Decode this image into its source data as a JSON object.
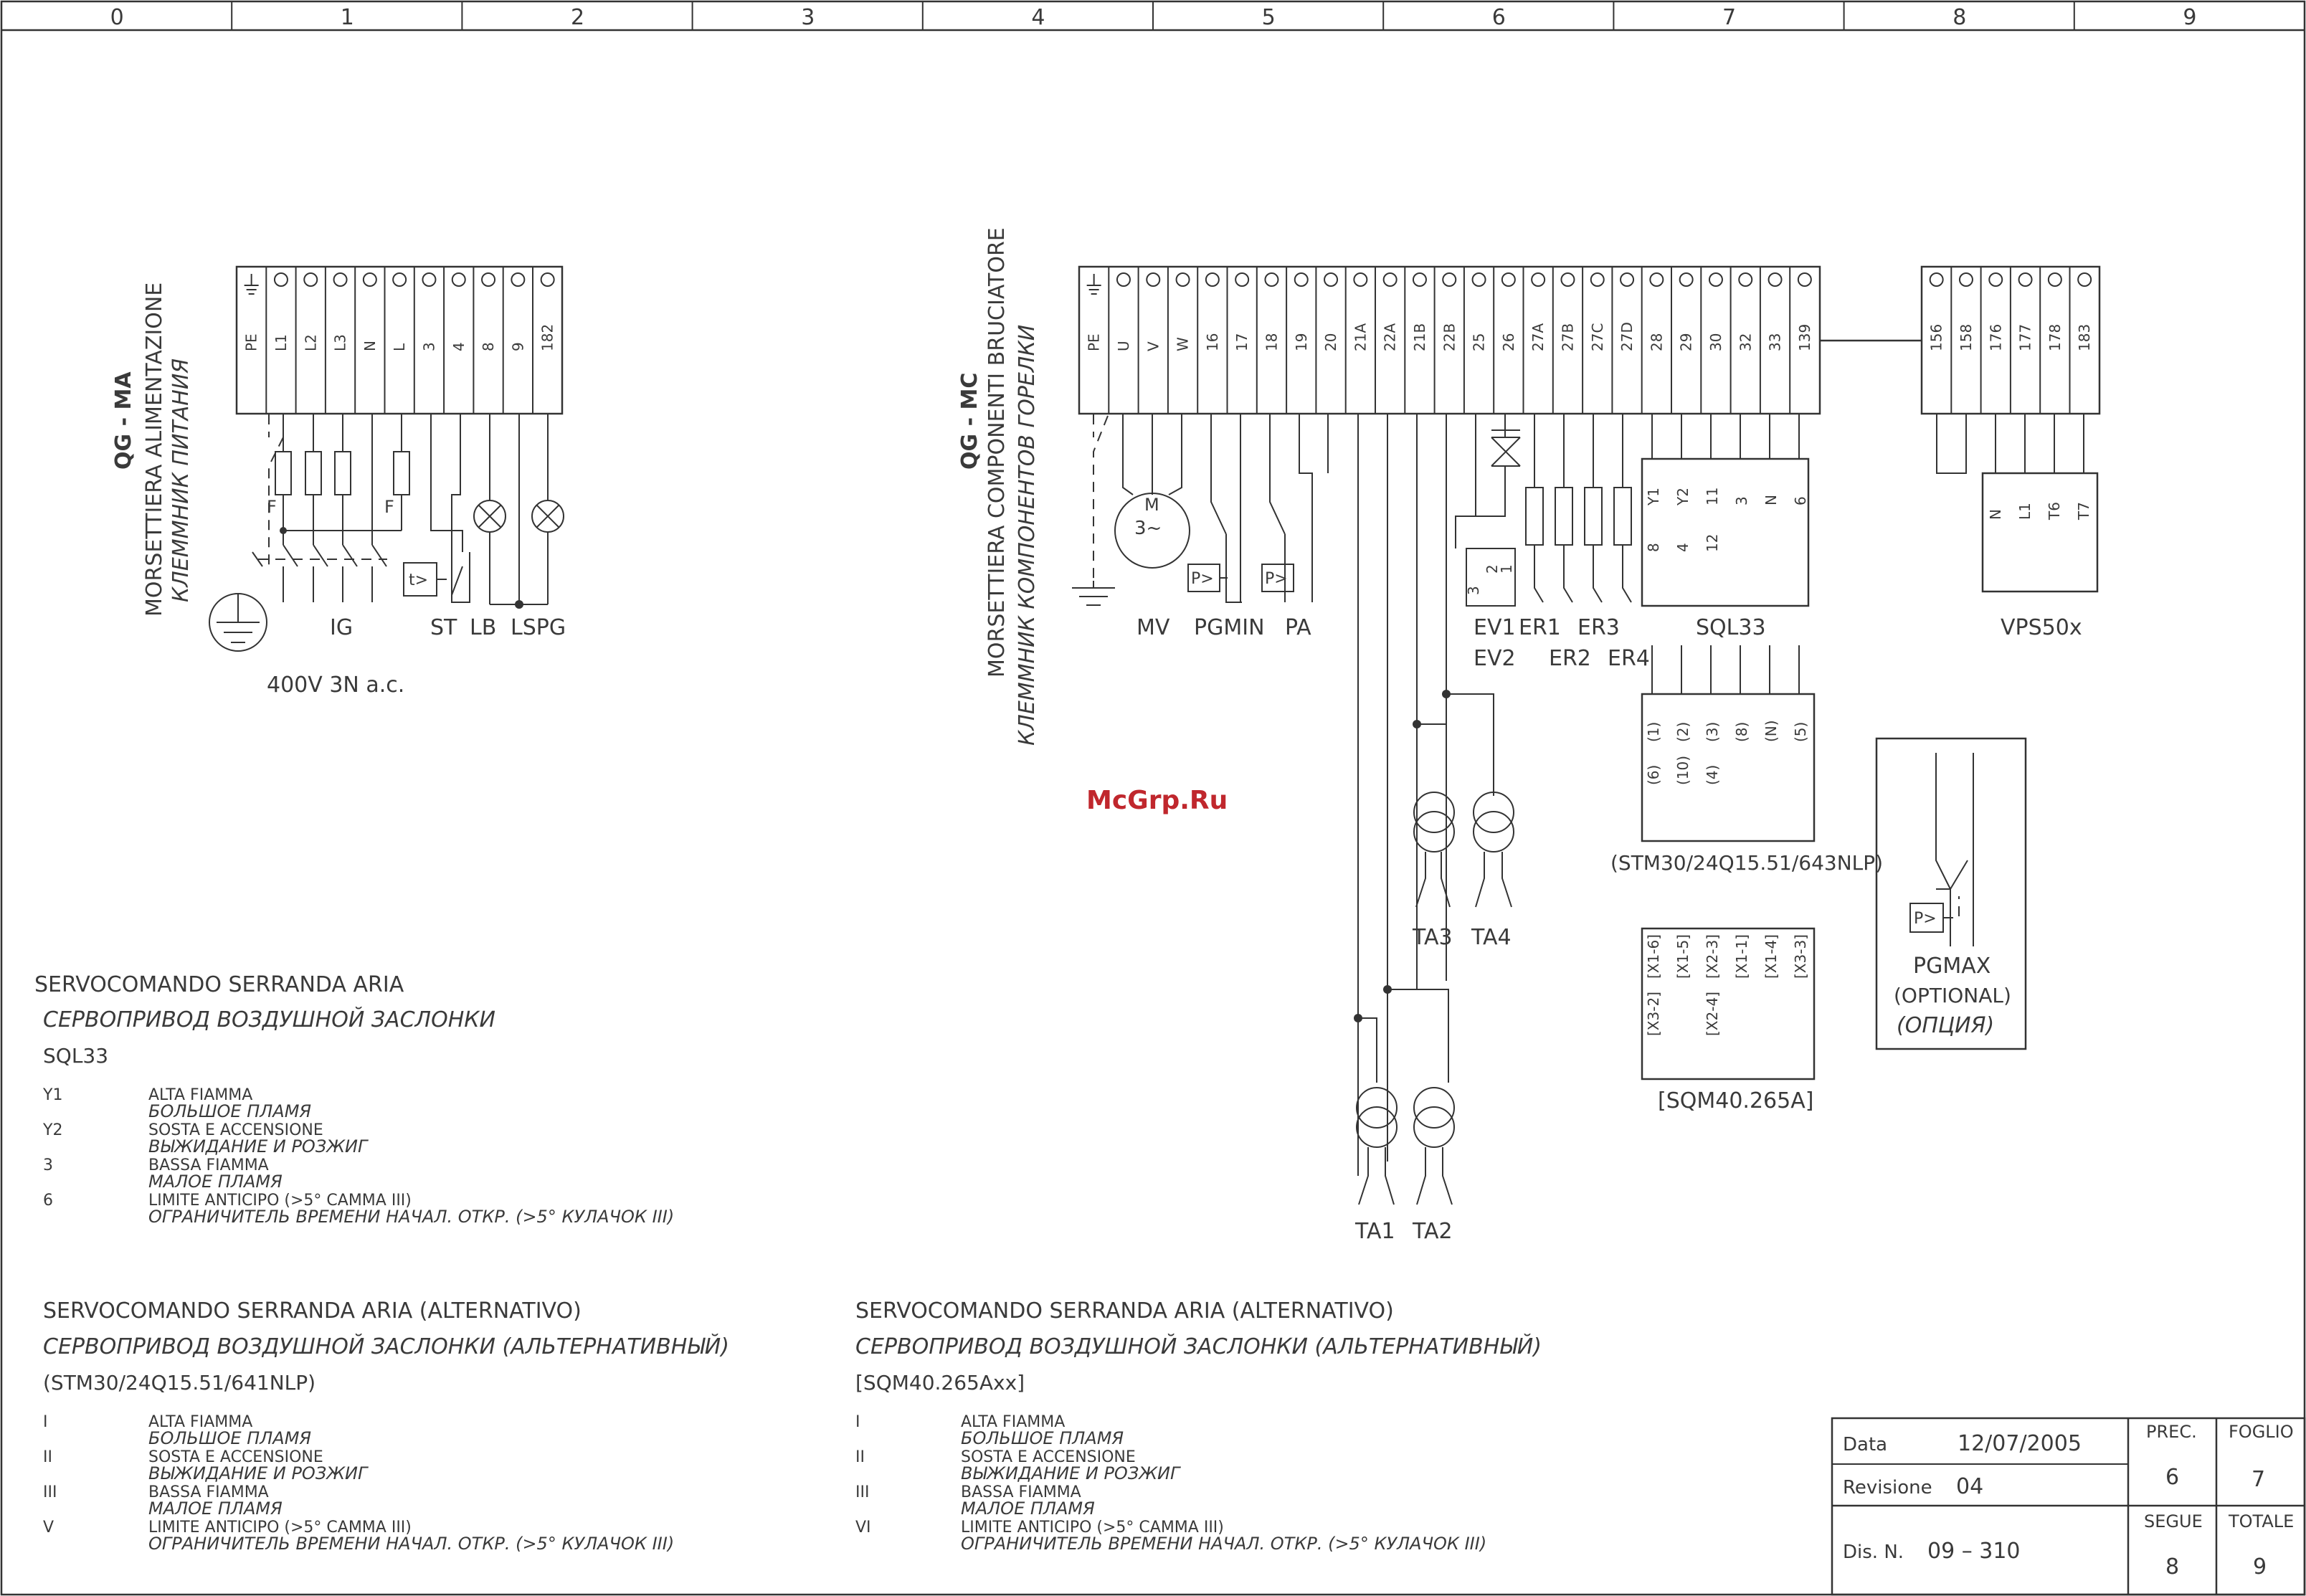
{
  "ruler": [
    "0",
    "1",
    "2",
    "3",
    "4",
    "5",
    "6",
    "7",
    "8",
    "9"
  ],
  "qgma": {
    "code": "QG - MA",
    "title_it": "MORSETTIERA ALIMENTAZIONE",
    "title_ru": "КЛЕММНИК ПИТАНИЯ",
    "terminals": [
      "PE",
      "L1",
      "L2",
      "L3",
      "N",
      "L",
      "3",
      "4",
      "8",
      "9",
      "182"
    ],
    "fuse_label": "F",
    "labels": {
      "ig": "IG",
      "st": "ST",
      "lb": "LB",
      "lspg": "LSPG",
      "timer": "t>"
    },
    "supply": "400V 3N a.c."
  },
  "qgmc": {
    "code": "QG - MC",
    "title_it": "MORSETTIERA COMPONENTI BRUCIATORE",
    "title_ru": "КЛЕММНИК КОМПОНЕНТОВ ГОРЕЛКИ",
    "terminals": [
      "PE",
      "U",
      "V",
      "W",
      "16",
      "17",
      "18",
      "19",
      "20",
      "21A",
      "22A",
      "21B",
      "22B",
      "25",
      "26",
      "27A",
      "27B",
      "27C",
      "27D",
      "28",
      "29",
      "30",
      "32",
      "33",
      "139"
    ],
    "motor": {
      "m": "M",
      "phase": "3~"
    },
    "pressure": "P>",
    "labels": {
      "mv": "MV",
      "pgmin": "PGMIN",
      "pa": "PA",
      "ev1": "EV1",
      "ev2": "EV2",
      "er1": "ER1",
      "er2": "ER2",
      "er3": "ER3",
      "er4": "ER4",
      "sql33": "SQL33",
      "vps": "VPS50x",
      "ta1": "TA1",
      "ta2": "TA2",
      "ta3": "TA3",
      "ta4": "TA4"
    },
    "ev_pins": [
      "3",
      "2",
      "1"
    ],
    "sql_pins_top": [
      "Y1",
      "Y2",
      "11",
      "3",
      "N",
      "6"
    ],
    "sql_pins_bot": [
      "8",
      "4",
      "12"
    ]
  },
  "vps_block": {
    "terminals": [
      "156",
      "158",
      "176",
      "177",
      "178",
      "183"
    ],
    "pins": [
      "N",
      "L1",
      "T6",
      "T7"
    ]
  },
  "stm": {
    "pins_top": [
      "(1)",
      "(2)",
      "(3)",
      "(8)",
      "(N)",
      "(5)"
    ],
    "pins_bot": [
      "(6)",
      "(10)",
      "(4)"
    ],
    "label": "(STM30/24Q15.51/643NLP)"
  },
  "sqm": {
    "pins_top": [
      "[X1-6]",
      "[X1-5]",
      "[X2-3]",
      "[X1-1]",
      "[X1-4]",
      "[X3-3]"
    ],
    "pins_bot": [
      "[X3-2]",
      "",
      "[X2-4]"
    ],
    "label": "[SQM40.265A]"
  },
  "pgmax": {
    "sym": "P>",
    "name": "PGMAX",
    "opt": "(OPTIONAL)",
    "opt_ru": "(ОПЦИЯ)"
  },
  "watermark": "McGrp.Ru",
  "legend1": {
    "title_it": "SERVOCOMANDO SERRANDA ARIA",
    "title_ru": "СЕРВОПРИВОД  ВОЗДУШНОЙ ЗАСЛОНКИ",
    "model": "SQL33",
    "rows": [
      {
        "k": "Y1",
        "it": "ALTA FIAMMA",
        "ru": "БОЛЬШОЕ ПЛАМЯ"
      },
      {
        "k": "Y2",
        "it": "SOSTA E ACCENSIONE",
        "ru": "ВЫЖИДАНИЕ И РОЗЖИГ"
      },
      {
        "k": "3",
        "it": "BASSA FIAMMA",
        "ru": "МАЛОЕ ПЛАМЯ"
      },
      {
        "k": "6",
        "it": "LIMITE ANTICIPO (>5° CAMMA III)",
        "ru": "ОГРАНИЧИТЕЛЬ ВРЕМЕНИ НАЧАЛ. ОТКР. (>5° КУЛАЧОК III)"
      }
    ]
  },
  "legend2": {
    "title_it": "SERVOCOMANDO SERRANDA ARIA (ALTERNATIVO)",
    "title_ru": "СЕРВОПРИВОД  ВОЗДУШНОЙ ЗАСЛОНКИ (АЛЬТЕРНАТИВНЫЙ)",
    "model": "(STM30/24Q15.51/641NLP)",
    "rows": [
      {
        "k": "I",
        "it": "ALTA FIAMMA",
        "ru": "БОЛЬШОЕ ПЛАМЯ"
      },
      {
        "k": "II",
        "it": "SOSTA E ACCENSIONE",
        "ru": "ВЫЖИДАНИЕ И РОЗЖИГ"
      },
      {
        "k": "III",
        "it": "BASSA FIAMMA",
        "ru": "МАЛОЕ ПЛАМЯ"
      },
      {
        "k": "V",
        "it": "LIMITE ANTICIPO (>5° CAMMA III)",
        "ru": "ОГРАНИЧИТЕЛЬ ВРЕМЕНИ НАЧАЛ. ОТКР. (>5° КУЛАЧОК III)"
      }
    ]
  },
  "legend3": {
    "title_it": "SERVOCOMANDO SERRANDA ARIA (ALTERNATIVO)",
    "title_ru": "СЕРВОПРИВОД  ВОЗДУШНОЙ ЗАСЛОНКИ (АЛЬТЕРНАТИВНЫЙ)",
    "model": "[SQM40.265Axx]",
    "rows": [
      {
        "k": "I",
        "it": "ALTA FIAMMA",
        "ru": "БОЛЬШОЕ ПЛАМЯ"
      },
      {
        "k": "II",
        "it": "SOSTA E ACCENSIONE",
        "ru": "ВЫЖИДАНИЕ И РОЗЖИГ"
      },
      {
        "k": "III",
        "it": "BASSA FIAMMA",
        "ru": "МАЛОЕ ПЛАМЯ"
      },
      {
        "k": "VI",
        "it": "LIMITE ANTICIPO (>5° CAMMA III)",
        "ru": "ОГРАНИЧИТЕЛЬ ВРЕМЕНИ НАЧАЛ. ОТКР. (>5° КУЛАЧОК III)"
      }
    ]
  },
  "titleblock": {
    "data_label": "Data",
    "data_value": "12/07/2005",
    "rev_label": "Revisione",
    "rev_value": "04",
    "dis_label": "Dis. N.",
    "dis_value": "09  –  310",
    "prec_label": "PREC.",
    "prec_value": "6",
    "foglio_label": "FOGLIO",
    "foglio_value": "7",
    "segue_label": "SEGUE",
    "segue_value": "8",
    "totale_label": "TOTALE",
    "totale_value": "9"
  }
}
